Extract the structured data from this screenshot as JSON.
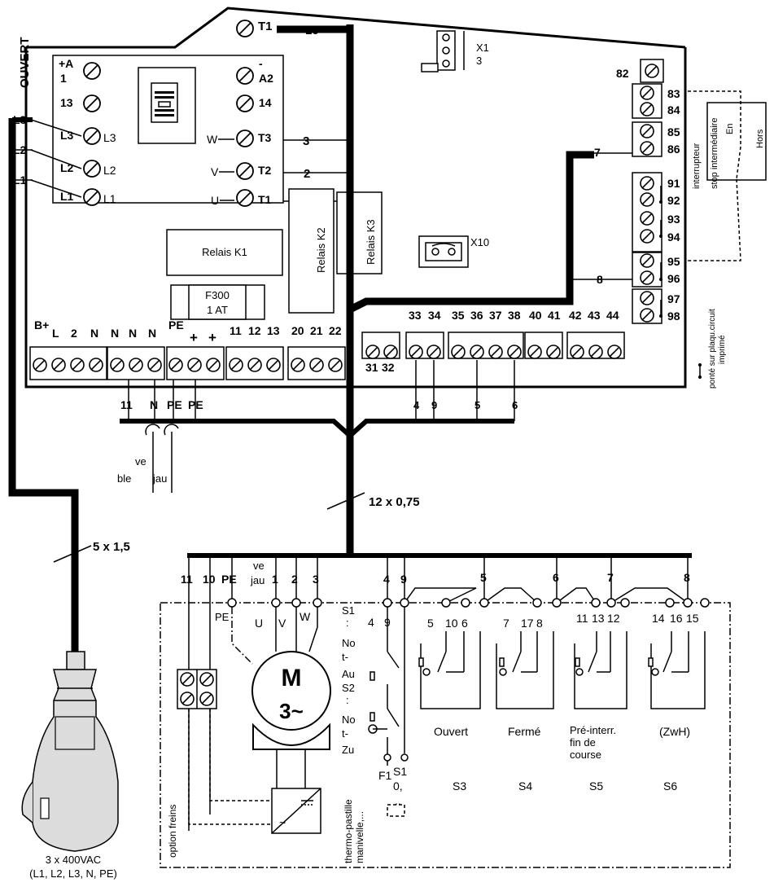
{
  "board": {
    "state": "OUVERT",
    "contactor_left": [
      "+A",
      "1",
      "13",
      "L3",
      "L2",
      "L1"
    ],
    "contactor_right": [
      "-",
      "A2",
      "14",
      "T3",
      "T2",
      "T1"
    ],
    "side_lines": [
      "L3",
      "L2",
      "L1"
    ],
    "uvw": [
      "W",
      "V",
      "U"
    ],
    "top_terminal": "T1",
    "wire_10": "10",
    "wire_3": "3",
    "wire_2": "2",
    "wire_1": "1",
    "relay_k1": "Relais K1",
    "relay_k2": "Relais K2",
    "relay_k3": "Relais K3",
    "fuse_name": "F300",
    "fuse_rating": "1 AT",
    "x1": "X1",
    "x1_sub": "3",
    "x10": "X10",
    "wire_7": "7",
    "wire_8": "8"
  },
  "bottom_strip": {
    "labels": [
      "B+",
      "L",
      "2",
      "N",
      "N",
      "N",
      "N",
      "PE",
      "+",
      "+",
      "11",
      "12",
      "13",
      "20",
      "21",
      "22"
    ],
    "right_labels": [
      "33",
      "34",
      "35",
      "36",
      "37",
      "38",
      "40",
      "41",
      "42",
      "43",
      "44"
    ],
    "sub_labels": [
      "31",
      "32"
    ]
  },
  "right_strip": {
    "labels": [
      "82",
      "83",
      "84",
      "85",
      "86",
      "91",
      "92",
      "93",
      "94",
      "95",
      "96",
      "97",
      "98"
    ],
    "switch_label_1": "interrupteur",
    "switch_label_2": "stop intermédiaire",
    "switch_en": "En",
    "switch_hors": "Hors",
    "bridge_label_1": "ponté sur plaqu.circuit",
    "bridge_label_2": "imprimé"
  },
  "harness": {
    "lower_labels": [
      "11",
      "N",
      "PE",
      "PE"
    ],
    "cable_labels": [
      "4",
      "9",
      "5",
      "6"
    ],
    "ve": "ve",
    "ble": "ble",
    "jau": "jau",
    "cable_main": "12 x 0,75",
    "cable_power": "5 x 1,5"
  },
  "motor": {
    "bus_labels": [
      "11",
      "10",
      "PE",
      "1",
      "2",
      "3",
      "4",
      "9",
      "5",
      "6",
      "7",
      "8"
    ],
    "ve": "ve",
    "jau": "jau",
    "pe_label": "PE",
    "uvw": [
      "U",
      "V",
      "W"
    ],
    "m": "M",
    "phase": "3~",
    "s1_text": [
      "S1",
      ":",
      "4",
      "9",
      "No",
      "t-",
      "Au",
      "S2",
      ":",
      "No",
      "t-",
      "Zu"
    ],
    "f1_text": [
      "S1",
      "F1",
      "0,",
      ".."
    ],
    "switch_pins": [
      "5",
      "10",
      "6",
      "7",
      "17",
      "8",
      "11",
      "13",
      "12",
      "14",
      "16",
      "15"
    ],
    "switches": [
      "Ouvert",
      "Fermé",
      "Pré-interr.",
      "(ZwH)"
    ],
    "pre_sub": [
      "fin de",
      "course"
    ],
    "switch_ids": [
      "S3",
      "S4",
      "S5",
      "S6"
    ],
    "option_freins": "option freins",
    "thermo_1": "thermo-pastille",
    "thermo_2": "manivelle,..."
  },
  "plug": {
    "line1": "3 x 400VAC",
    "line2": "(L1, L2, L3, N, PE)"
  }
}
